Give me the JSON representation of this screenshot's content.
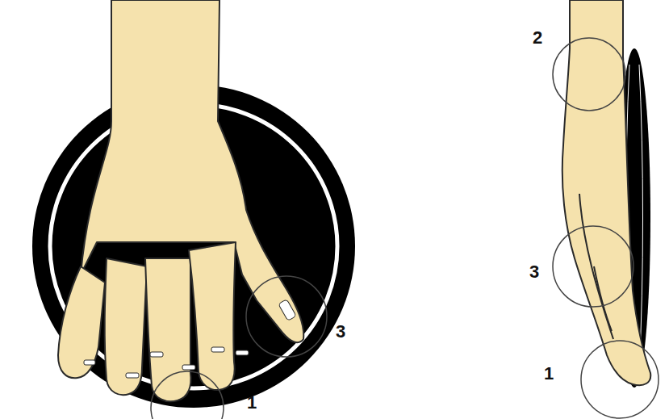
{
  "diagram": {
    "labels": [
      "3",
      "1",
      "2",
      "3",
      "1"
    ]
  }
}
